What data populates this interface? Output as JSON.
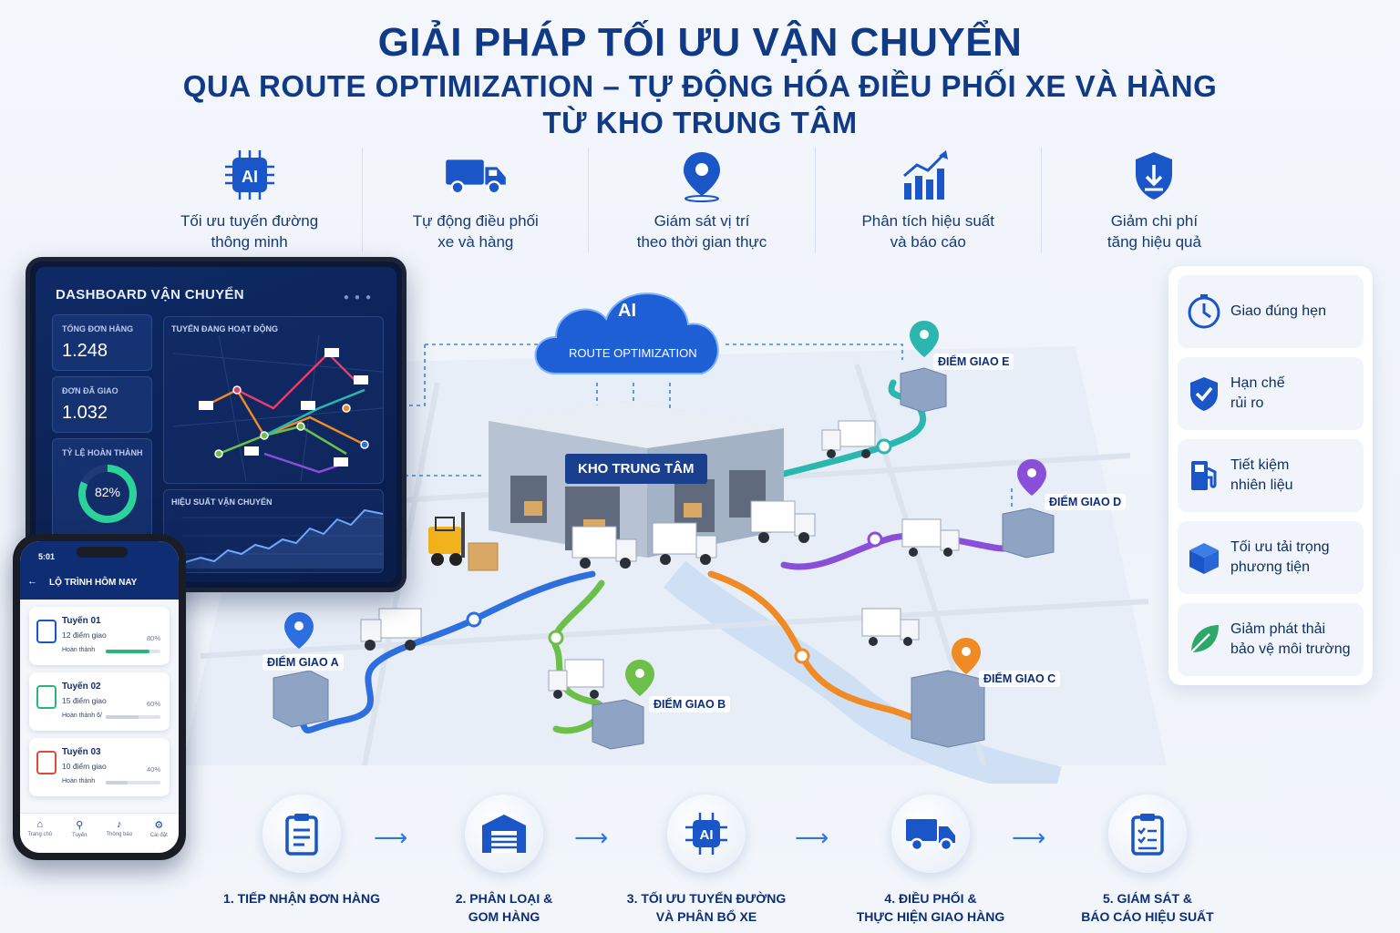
{
  "header": {
    "title_line1": "GIẢI PHÁP TỐI ƯU VẬN CHUYỂN",
    "title_line2": "QUA ROUTE OPTIMIZATION – TỰ ĐỘNG HÓA ĐIỀU PHỐI XE VÀ HÀNG",
    "title_line3": "TỪ KHO TRUNG TÂM"
  },
  "features": [
    {
      "line1": "Tối ưu tuyến đường",
      "line2": "thông minh",
      "icon": "ai-chip-icon"
    },
    {
      "line1": "Tự động điều phối",
      "line2": "xe và hàng",
      "icon": "truck-icon"
    },
    {
      "line1": "Giám sát vị trí",
      "line2": "theo thời gian thực",
      "icon": "location-pin-icon"
    },
    {
      "line1": "Phân tích hiệu suất",
      "line2": "và báo cáo",
      "icon": "bar-chart-icon"
    },
    {
      "line1": "Giảm chi phí",
      "line2": "tăng hiệu quả",
      "icon": "shield-down-icon"
    }
  ],
  "cloud": {
    "ai": "AI",
    "label": "ROUTE OPTIMIZATION"
  },
  "warehouse": {
    "label": "KHO TRUNG TÂM"
  },
  "points": {
    "a": "ĐIỂM GIAO A",
    "b": "ĐIỂM GIAO B",
    "c": "ĐIỂM GIAO C",
    "d": "ĐIỂM GIAO D",
    "e": "ĐIỂM GIAO E"
  },
  "dashboard": {
    "title": "DASHBOARD VẬN CHUYỂN",
    "total_orders_label": "TỔNG ĐƠN HÀNG",
    "total_orders": "1.248",
    "delivered_label": "ĐƠN ĐÃ GIAO",
    "delivered": "1.032",
    "completion_label": "TỶ LỆ HOÀN THÀNH",
    "completion": "82%",
    "completion_value": 0.82,
    "routes_label": "TUYẾN ĐANG HOẠT ĐỘNG",
    "performance_label": "HIỆU SUẤT VẬN CHUYỂN"
  },
  "phone": {
    "time": "5:01",
    "title": "LỘ TRÌNH HÔM NAY",
    "routes": [
      {
        "name": "Tuyến 01",
        "stops": "12 điểm giao",
        "pct": "80%",
        "done": "Hoàn thành",
        "progress": 0.8
      },
      {
        "name": "Tuyến 02",
        "stops": "15 điểm giao",
        "pct": "60%",
        "done": "Hoàn thành 6/",
        "progress": 0.6
      },
      {
        "name": "Tuyến 03",
        "stops": "10 điểm giao",
        "pct": "40%",
        "done": "Hoàn thành",
        "progress": 0.4
      }
    ],
    "nav": [
      "Trang chủ",
      "Tuyến",
      "Thông báo",
      "Cài đặt"
    ]
  },
  "benefits": [
    {
      "line1": "Giao đúng hẹn",
      "line2": "",
      "icon": "clock-icon"
    },
    {
      "line1": "Hạn chế",
      "line2": "rủi ro",
      "icon": "shield-check-icon"
    },
    {
      "line1": "Tiết kiệm",
      "line2": "nhiên liệu",
      "icon": "fuel-pump-icon"
    },
    {
      "line1": "Tối ưu tải trọng",
      "line2": "phương tiện",
      "icon": "box-icon"
    },
    {
      "line1": "Giảm phát thải",
      "line2": "bảo vệ môi trường",
      "icon": "leaf-icon"
    }
  ],
  "steps": [
    {
      "line1": "1. TIẾP NHẬN ĐƠN HÀNG",
      "line2": "",
      "icon": "clipboard-icon"
    },
    {
      "line1": "2. PHÂN LOẠI &",
      "line2": "GOM HÀNG",
      "icon": "warehouse-icon"
    },
    {
      "line1": "3. TỐI ƯU TUYẾN ĐƯỜNG",
      "line2": "VÀ PHÂN BỔ XE",
      "icon": "ai-chip-icon"
    },
    {
      "line1": "4. ĐIỀU PHỐI &",
      "line2": "THỰC HIỆN GIAO HÀNG",
      "icon": "truck-icon"
    },
    {
      "line1": "5. GIÁM SÁT &",
      "line2": "BÁO CÁO HIỆU SUẤT",
      "icon": "checklist-icon"
    }
  ],
  "colors": {
    "primary": "#103a86",
    "accent": "#2f78e0",
    "route_blue": "#2e6fe0",
    "route_green": "#6cc04a",
    "route_orange": "#f08a24",
    "route_purple": "#8a4fd8",
    "route_teal": "#2bb6b0"
  }
}
